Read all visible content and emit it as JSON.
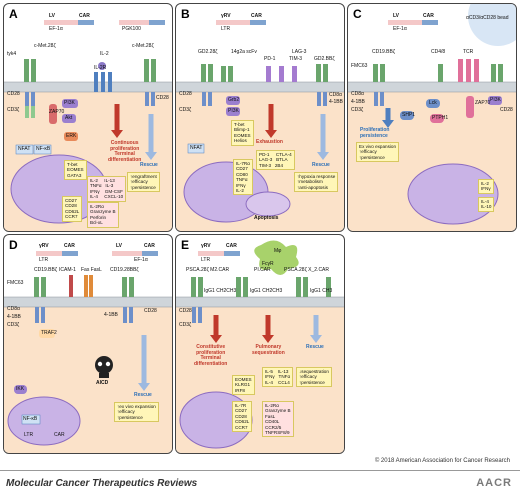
{
  "panels": {
    "a": {
      "label": "A",
      "lv_car": [
        "LV",
        "CAR"
      ],
      "ef": "EF-1α",
      "pgk": "PGK100",
      "cmet1": "c-Met.28ζ",
      "cmet2": "c-Met.28ζ",
      "il2": "IL-2",
      "il2r": "IL-2R",
      "tyk": "tyk4",
      "cd28": "CD28",
      "cd3": "CD3ζ",
      "cd28r": "CD28",
      "pi3k": "PI3K",
      "akt": "Akt",
      "zap": "ZAP70",
      "erk": "ERK",
      "nfat": "NFAT",
      "nfkb": "NF-κB",
      "outcome": "Continuous\nproliferation\nTerminal\ndifferentiation",
      "rescue": "Rescue",
      "rescue_box": "↑engraftment\n↑efficacy\n↑persistence",
      "tf_box": "T-bet\nEOMES\nGATA3",
      "cyt_box": "IL-2     IL-13\nTNFα   IL-3\nIFNγ    GM-CSF\nIL-4     CXCL-10",
      "low_box": "CD27\nCD28\nCD62L\nCCR7",
      "eff_box": "IL-2Rα\nGranzyme B\nPerforin\nBcl-xL"
    },
    "b": {
      "label": "B",
      "grv": "γRV",
      "car": "CAR",
      "ltr": "LTR",
      "gd2": "GD2.28ζ",
      "gd2b": "GD2.BBζ",
      "scfv": "14g2a scFv",
      "lag3": "LAG-3",
      "tim3": "TIM-3",
      "pd1": "PD-1",
      "cd28": "CD28",
      "cd3": "CD3ζ",
      "cd8a": "CD8α",
      "bb": "4-1BB",
      "grb2": "Grb2",
      "pi3k": "PI3K",
      "nfat": "NFAT",
      "outcome": "Exhaustion",
      "rescue": "Rescue",
      "tf_box": "T-bet\nBlimp-1\nEOMES\nHelios",
      "exh_box": "PD-1     CTLA-4\nLAG-3   BTLA\nTIM-3   2B4",
      "res_box": "↑hypoxia response\n↑metabolism\n↑anti-apoptosis",
      "low_box": "IL-7Rα\nCD27\nCD80\nTNFα\nIFNγ\nIL-2",
      "apoptosis": "Apoptosis"
    },
    "c": {
      "label": "C",
      "lv": "LV",
      "car": "CAR",
      "ef": "EF-1α",
      "bead": "αCD3/αCD28 bead",
      "cd19": "CD19.BBζ",
      "cd48": "CD4/8",
      "tcr": "TCR",
      "fmc": "FMC63",
      "cd8a": "CD8α",
      "bb": "4-1BB",
      "cd3": "CD3ζ",
      "cd28": "CD28",
      "lck": "Lck",
      "shp1": "SHP1",
      "ptph": "PTPH1",
      "zap": "ZAP70",
      "pi3k": "PI3K",
      "outcome": "Proliferation\npersistence",
      "outcome2": "Ex vivo expansion\n↑efficacy\n↑persistence",
      "cyt_box1": "IL-2\nIFNγ",
      "cyt_box2": "IL-4\nIL-10"
    },
    "d": {
      "label": "D",
      "grv": "γRV",
      "car": "CAR",
      "ltr": "LTR",
      "lv": "LV",
      "ef": "EF-1α",
      "cd19": "CD19.BBζ",
      "cd19b": "CD19.28BBζ",
      "icam": "ICAM-1",
      "fas": "Fas FasL",
      "fmc": "FMC63",
      "cd8a": "CD8α",
      "bb": "4-1BB",
      "cd3": "CD3ζ",
      "cd28": "CD28",
      "traf": "TRAF2",
      "ikk": "IKK",
      "nfkb": "NF-κB",
      "aicd": "AICD",
      "rescue": "Rescue",
      "rescue_box": "↑ex vivo expansion\n↑efficacy\n↑persistence"
    },
    "e": {
      "label": "E",
      "grv": "γRV",
      "car": "CAR",
      "ltr": "LTR",
      "mo": "Mφ",
      "fcr": "FcγR",
      "psca1": "PSCA.28ζ M2.CAR",
      "pi": "PI.CAR",
      "psca2": "PSCA.28ζ X_2.CAR",
      "igg1": "IgG1 CH2CH3",
      "igg2": "IgG1 CH2CH3",
      "igg3": "IgG1 CH3",
      "cd28": "CD28",
      "cd3": "CD3ζ",
      "outcome1": "Constitutive\nproliferation\nTerminal\ndifferentiation",
      "outcome2": "Pulmonary\nsequestration",
      "outcome3": "Rescue",
      "tf_box": "EOMES\nKLRG1\nIRF8",
      "cyt_box": "IL-5    IL-13\nIFNγ   TNFα\nIL-4    CCL4",
      "res_box": "↓sequestration\n↑efficacy\n↑persistence",
      "low_box": "IL-7R\nCD27\nCD28\nCD62L\nCCR7",
      "eff_box": "IL-2Rα\nGranzyme B\nFasL\nCD40L\nCCR2/5\nTNFRSF8/9"
    }
  },
  "footer": {
    "copyright": "© 2018 American Association for Cancer Research",
    "journal": "Molecular Cancer Therapeutics Reviews",
    "logo": "AACR"
  }
}
